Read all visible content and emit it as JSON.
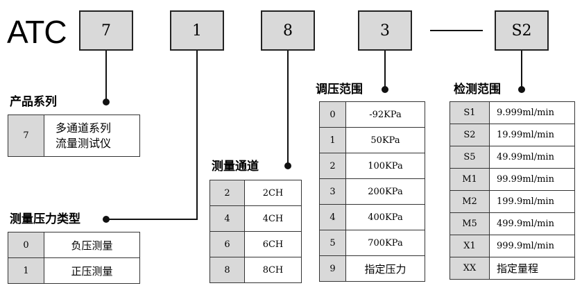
{
  "brand": "ATC",
  "codes": [
    "7",
    "1",
    "8",
    "3",
    "S2"
  ],
  "sections": {
    "series": {
      "title": "产品系列",
      "rows": [
        {
          "code": "7",
          "desc_lines": [
            "多通道系列",
            "流量测试仪"
          ]
        }
      ]
    },
    "pressure_type": {
      "title": "测量压力类型",
      "rows": [
        {
          "code": "0",
          "desc": "负压测量"
        },
        {
          "code": "1",
          "desc": "正压测量"
        }
      ]
    },
    "channels": {
      "title": "测量通道",
      "rows": [
        {
          "code": "2",
          "desc": "2CH"
        },
        {
          "code": "4",
          "desc": "4CH"
        },
        {
          "code": "6",
          "desc": "6CH"
        },
        {
          "code": "8",
          "desc": "8CH"
        }
      ]
    },
    "regulate": {
      "title": "调压范围",
      "rows": [
        {
          "code": "0",
          "desc": "-92KPa"
        },
        {
          "code": "1",
          "desc": "50KPa"
        },
        {
          "code": "2",
          "desc": "100KPa"
        },
        {
          "code": "3",
          "desc": "200KPa"
        },
        {
          "code": "4",
          "desc": "400KPa"
        },
        {
          "code": "5",
          "desc": "700KPa"
        },
        {
          "code": "9",
          "desc": "指定压力"
        }
      ]
    },
    "detect": {
      "title": "检测范围",
      "rows": [
        {
          "code": "S1",
          "desc": "9.999ml/min"
        },
        {
          "code": "S2",
          "desc": "19.99ml/min"
        },
        {
          "code": "S5",
          "desc": "49.99ml/min"
        },
        {
          "code": "M1",
          "desc": "99.99ml/min"
        },
        {
          "code": "M2",
          "desc": "199.9ml/min"
        },
        {
          "code": "M5",
          "desc": "499.9ml/min"
        },
        {
          "code": "X1",
          "desc": "999.9ml/min"
        },
        {
          "code": "XX",
          "desc": "指定量程"
        }
      ]
    }
  }
}
